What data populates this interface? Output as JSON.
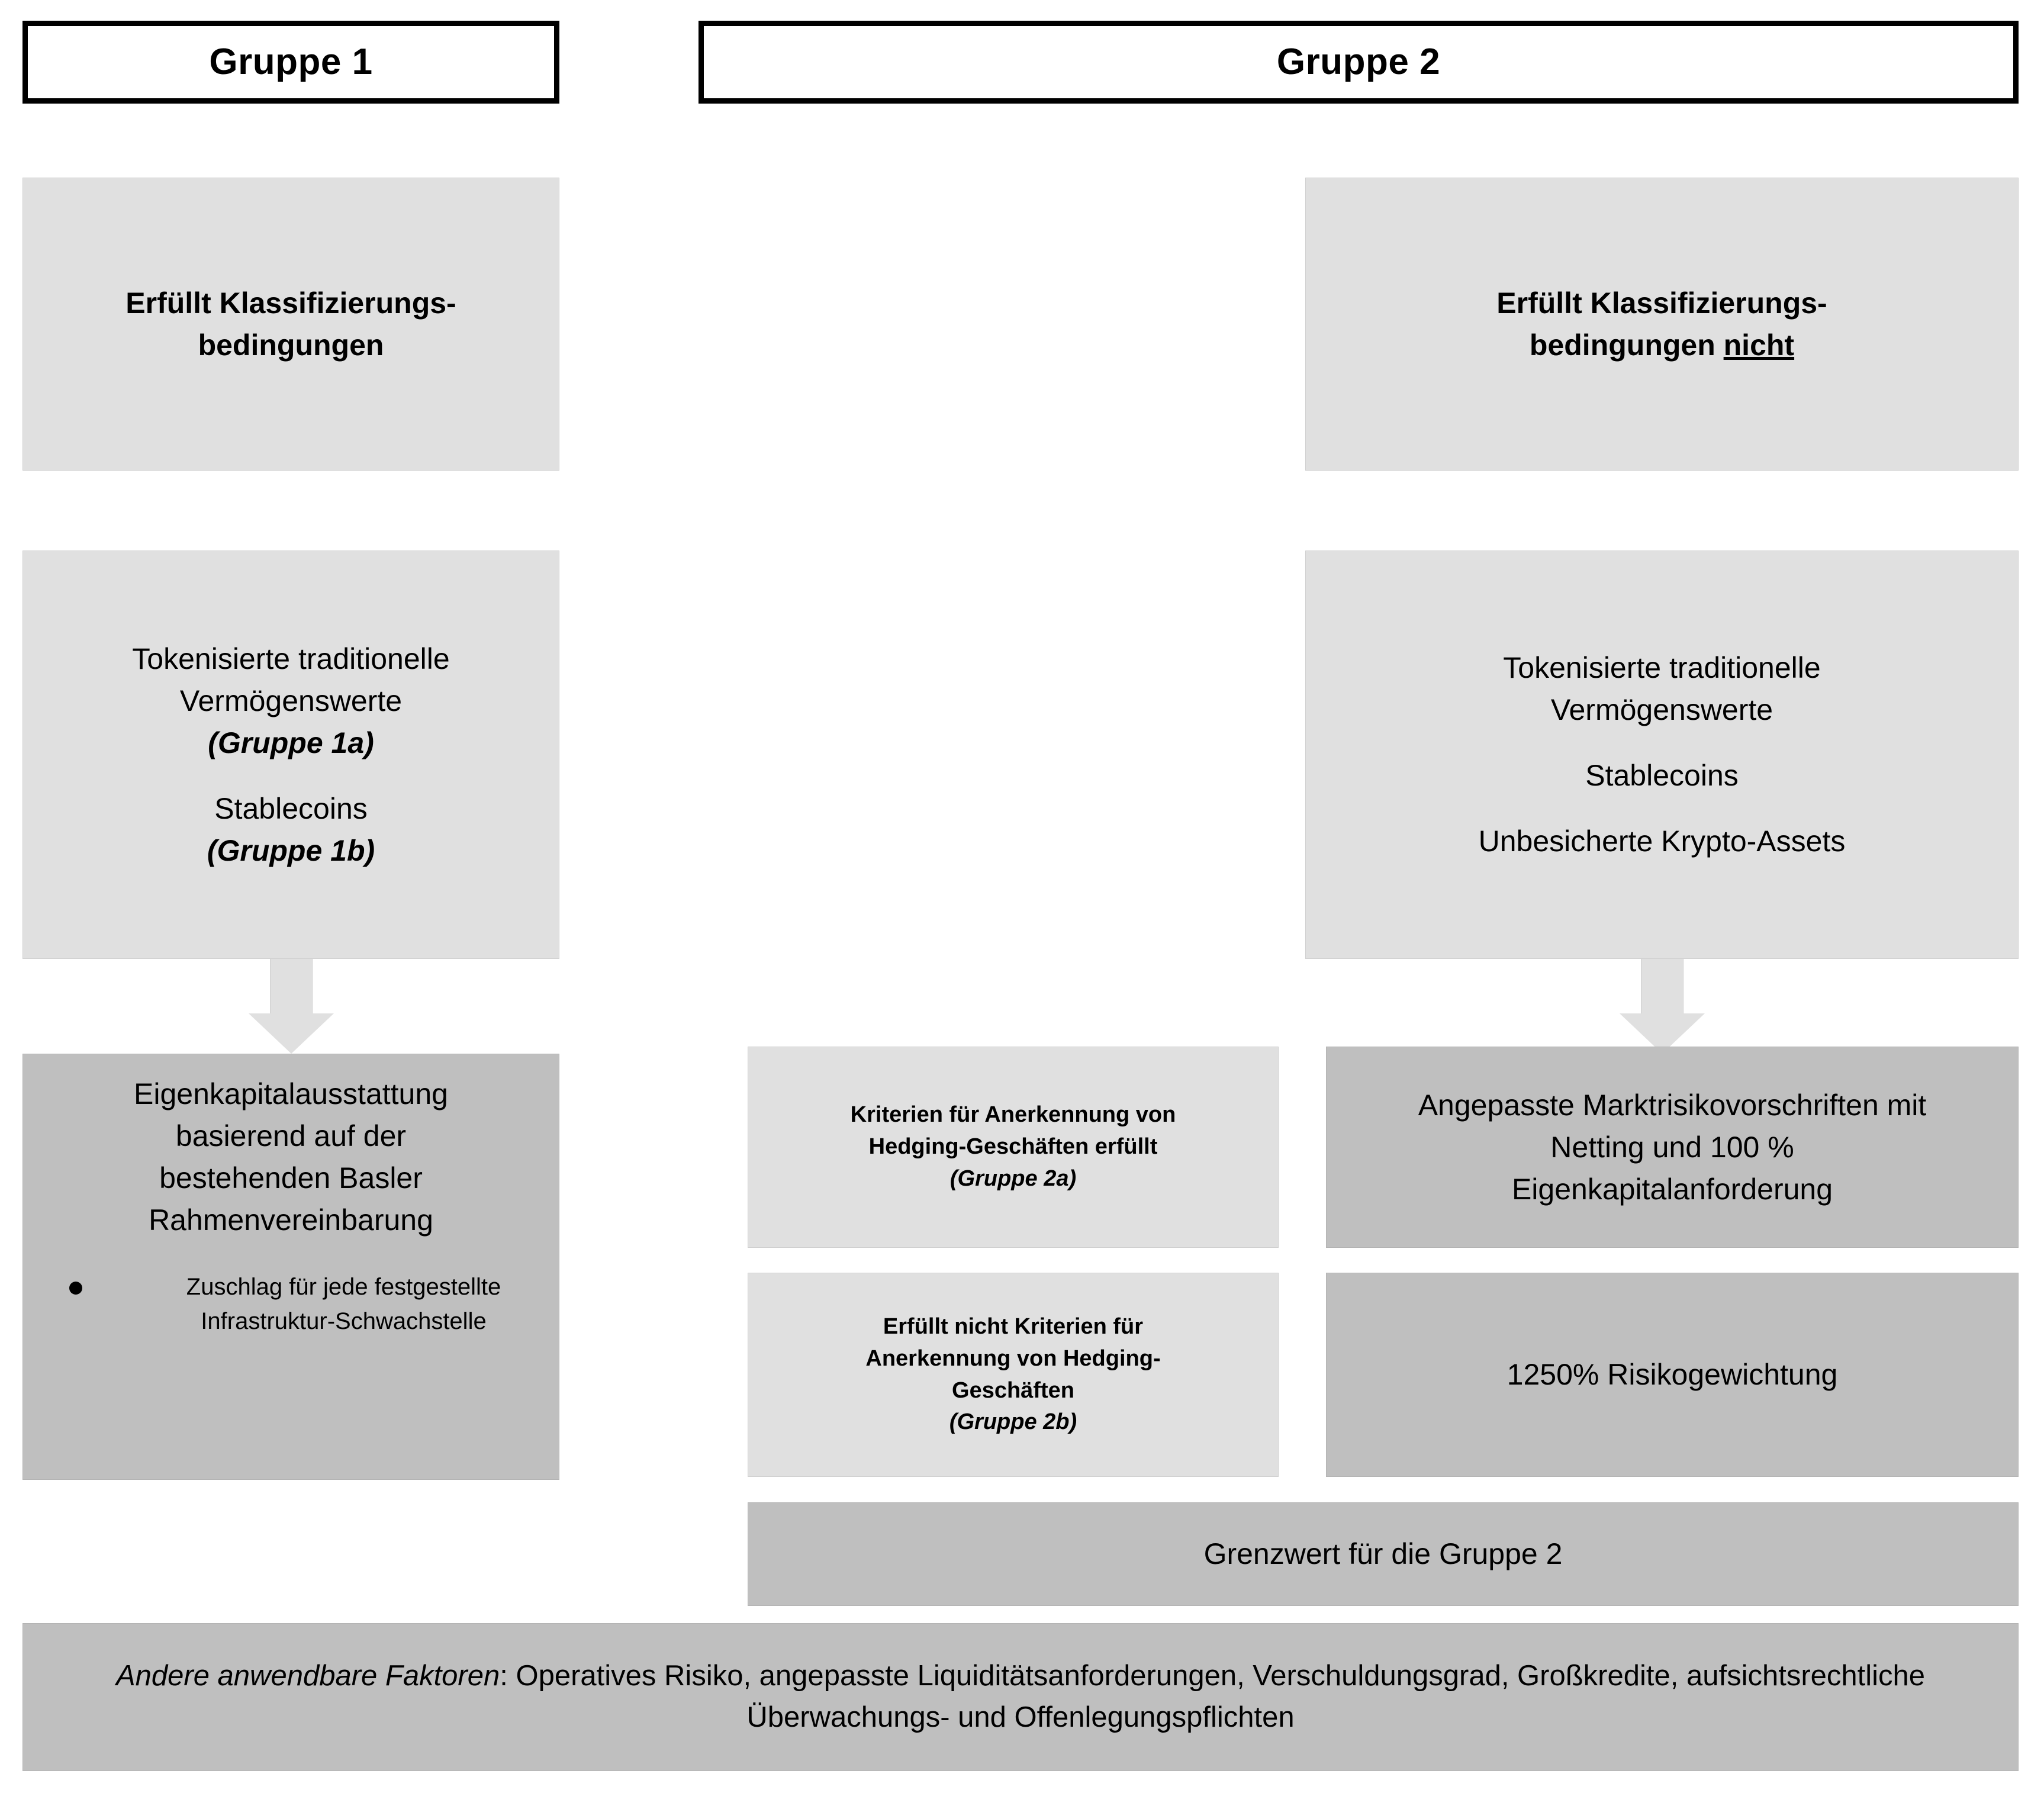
{
  "diagram": {
    "headers": [
      {
        "id": "gruppe-1",
        "label": "Gruppe 1"
      },
      {
        "id": "gruppe-2",
        "label": "Gruppe 2"
      }
    ],
    "group1": {
      "classification_box": {
        "line1": "Erfüllt Klassifizierungs-",
        "line2": "bedingungen"
      },
      "assets_box": {
        "line1": "Tokenisierte traditionelle",
        "line2": "Vermögenswerte",
        "sub1": "(Gruppe 1a)",
        "line3": "Stablecoins",
        "sub2": "(Gruppe 1b)"
      },
      "treatment_box": {
        "line1": "Eigenkapitalausstattung",
        "line2": "basierend auf der",
        "line3": "bestehenden Basler",
        "line4": "Rahmenvereinbarung",
        "bullet": "Zuschlag für jede festgestellte Infrastruktur-Schwachstelle"
      }
    },
    "group2": {
      "classification_box": {
        "line1": "Erfüllt Klassifizierungs-",
        "line2_prefix": "bedingungen ",
        "line2_underlined": "nicht"
      },
      "assets_box": {
        "line1": "Tokenisierte traditionelle",
        "line2": "Vermögenswerte",
        "line3": "Stablecoins",
        "line4": "Unbesicherte Krypto-Assets"
      },
      "hedging_criteria_met": {
        "line1": "Kriterien für Anerkennung von",
        "line2": "Hedging-Geschäften erfüllt",
        "sub": "(Gruppe 2a)"
      },
      "hedging_criteria_not_met": {
        "line1": "Erfüllt nicht Kriterien für",
        "line2": "Anerkennung von Hedging-",
        "line3": "Geschäften",
        "sub": "(Gruppe 2b)"
      },
      "market_risk_box": {
        "line1": "Angepasste Marktrisikovorschriften mit",
        "line2": "Netting und 100 %",
        "line3": "Eigenkapitalanforderung"
      },
      "risk_weight_box": {
        "line1": "1250% Risikogewichtung"
      },
      "threshold_bar": {
        "label": "Grenzwert für die Gruppe 2"
      }
    },
    "footer_bar": {
      "emphasis": "Andere anwendbare Faktoren",
      "rest": ": Operatives Risiko, angepasste Liquiditätsanforderungen, Verschuldungsgrad, Großkredite, aufsichtsrechtliche Überwachungs- und Offenlegungspflichten"
    },
    "arrows": [
      {
        "id": "arrow-group1-down",
        "direction": "down"
      },
      {
        "id": "arrow-group2-down",
        "direction": "down"
      }
    ],
    "colors": {
      "panel_light": "#e0e0e0",
      "panel_dark": "#bfbfbf",
      "border": "#cfcfcf",
      "header_border": "#000000",
      "text": "#000000",
      "background": "#ffffff"
    }
  }
}
